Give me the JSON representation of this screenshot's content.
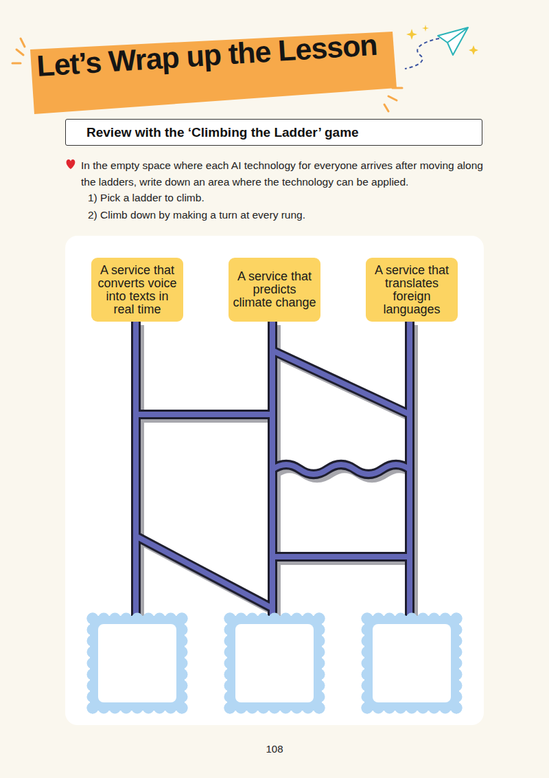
{
  "diagram": {
    "title": "Let’s Wrap up the Lesson",
    "nodes": [
      {
        "text": [
          "Review with the ‘Climbing the Ladder’ game"
        ]
      },
      {
        "text": [
          "A service that converts voice into texts in real time"
        ]
      },
      {
        "text": [
          "A service that predicts climate change"
        ]
      },
      {
        "text": [
          "A service that translates foreign languages"
        ]
      }
    ],
    "labels": [
      "In the empty space where each AI technology for everyone arrives after moving along the ladders, write down an area where the technology can be applied.",
      "1) Pick a ladder to climb.",
      "2) Climb down by making a turn at every rung.",
      "108"
    ]
  }
}
